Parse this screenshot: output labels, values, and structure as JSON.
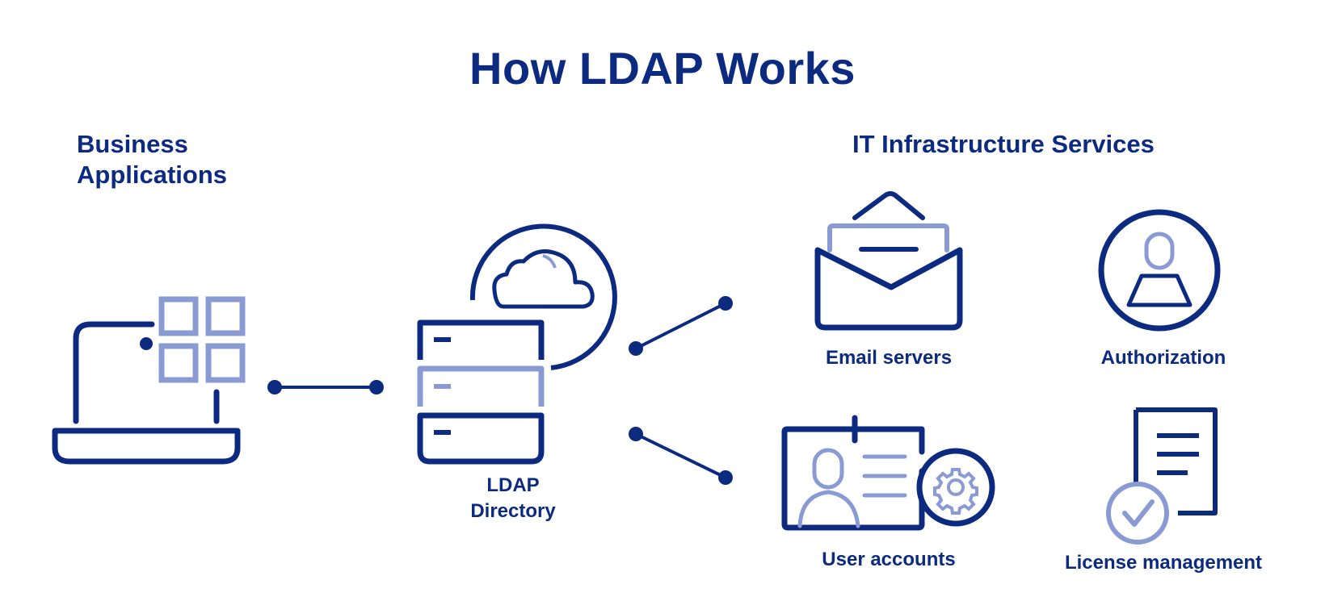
{
  "title": "How LDAP Works",
  "headings": {
    "left": "Business Applications",
    "right": "IT Infrastructure Services"
  },
  "labels": {
    "ldap": "LDAP Directory",
    "email": "Email servers",
    "authorization": "Authorization",
    "users": "User accounts",
    "license": "License management"
  },
  "colors": {
    "primary": "#0c2a80",
    "accent": "#8a9bd4",
    "background": "#ffffff"
  },
  "icons": [
    "laptop-icon",
    "app-grid-icon",
    "server-icon",
    "cloud-icon",
    "envelope-icon",
    "user-circle-icon",
    "id-card-icon",
    "gear-icon",
    "document-icon",
    "checkmark-circle-icon"
  ]
}
